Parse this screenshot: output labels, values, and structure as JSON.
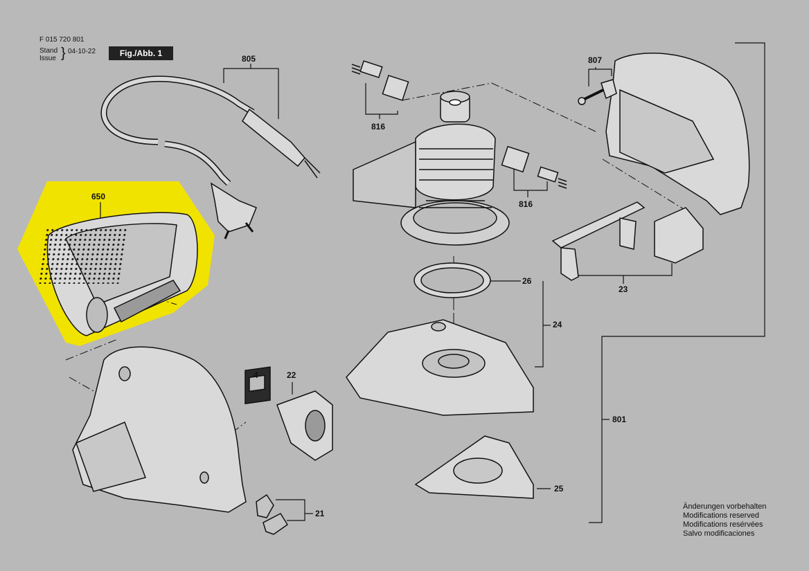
{
  "header": {
    "doc_number": "F 015 720 801",
    "stand_label": "Stand",
    "issue_label": "Issue",
    "brace": "}",
    "date": "04-10-22",
    "figure_label": "Fig./Abb. 1"
  },
  "parts": {
    "p805": "805",
    "p650": "650",
    "p816a": "816",
    "p816b": "816",
    "p807": "807",
    "p26": "26",
    "p24": "24",
    "p23": "23",
    "p4": "4",
    "p22": "22",
    "p801": "801",
    "p25": "25",
    "p21": "21"
  },
  "notes": [
    "Änderungen vorbehalten",
    "Modifications reserved",
    "Modifications resérvées",
    "Salvo modificaciones"
  ],
  "colors": {
    "background": "#b9b9b9",
    "highlight": "#f1e300",
    "line": "#111111",
    "part_fill": "#d9d9d9"
  }
}
